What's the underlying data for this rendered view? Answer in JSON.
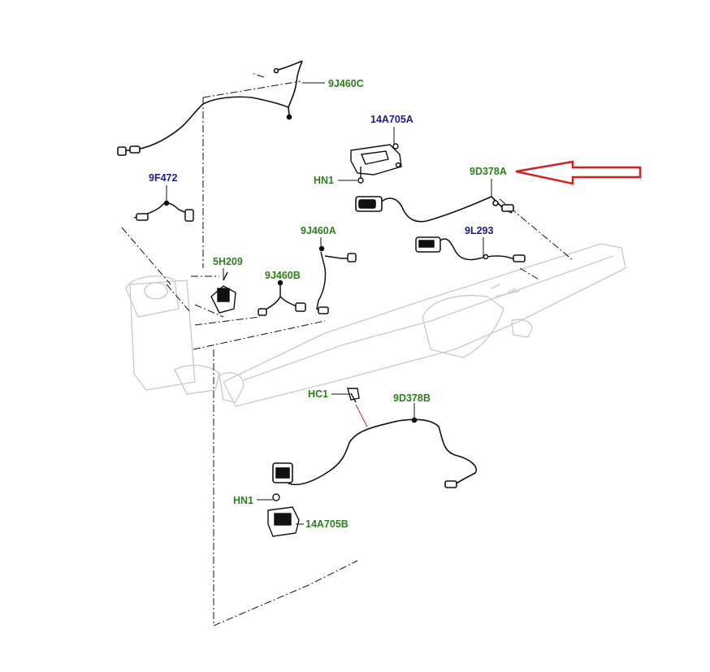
{
  "colors": {
    "label_green": "#2e7d1e",
    "label_blue": "#1c1c8a",
    "highlight_arrow": "#d62020",
    "line": "#111111",
    "ghost": "#c9c9c9"
  },
  "labels": {
    "c9J460C": "9J460C",
    "c14A705A": "14A705A",
    "c9D378A": "9D378A",
    "cHN1a": "HN1",
    "c9F472": "9F472",
    "c9J460A": "9J460A",
    "c9L293": "9L293",
    "c5H209": "5H209",
    "c9J460B": "9J460B",
    "cHC1": "HC1",
    "c9D378B": "9D378B",
    "cHN1b": "HN1",
    "c14A705B": "14A705B"
  },
  "highlight": {
    "target": "9D378A",
    "icon": "right-pointing-outline-arrow-icon"
  }
}
